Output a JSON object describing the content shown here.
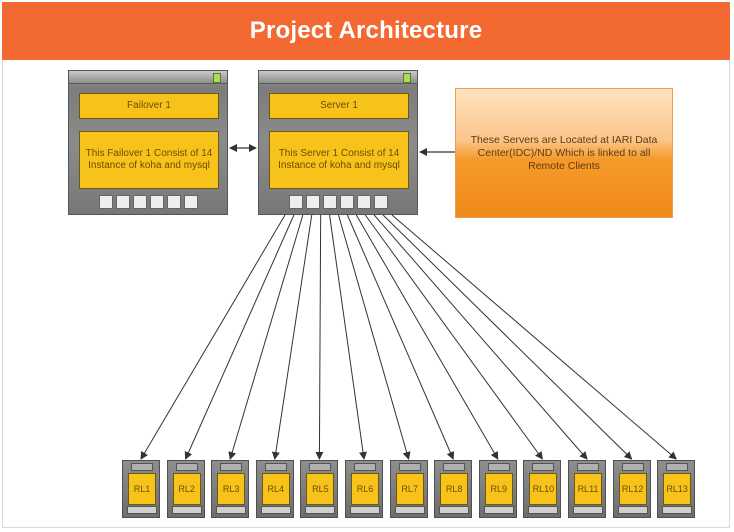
{
  "title": "Project Architecture",
  "failover": {
    "name": "Failover 1",
    "description": "This Failover 1 Consist of 14 Instance of koha and mysql"
  },
  "server": {
    "name": "Server 1",
    "description": "This Server 1 Consist of 14 Instance of koha and mysql"
  },
  "note": "These Servers are Located at IARI Data Center(IDC)/ND Which is linked to all Remote Clients",
  "clients": [
    "RL1",
    "RL2",
    "RL3",
    "RL4",
    "RL5",
    "RL6",
    "RL7",
    "RL8",
    "RL9",
    "RL10",
    "RL11",
    "RL12",
    "RL13"
  ],
  "colors": {
    "title_bar": "#f26a32",
    "panel": "#f7c31b",
    "note_top": "#fde3c0",
    "note_bottom": "#f08a1a"
  }
}
